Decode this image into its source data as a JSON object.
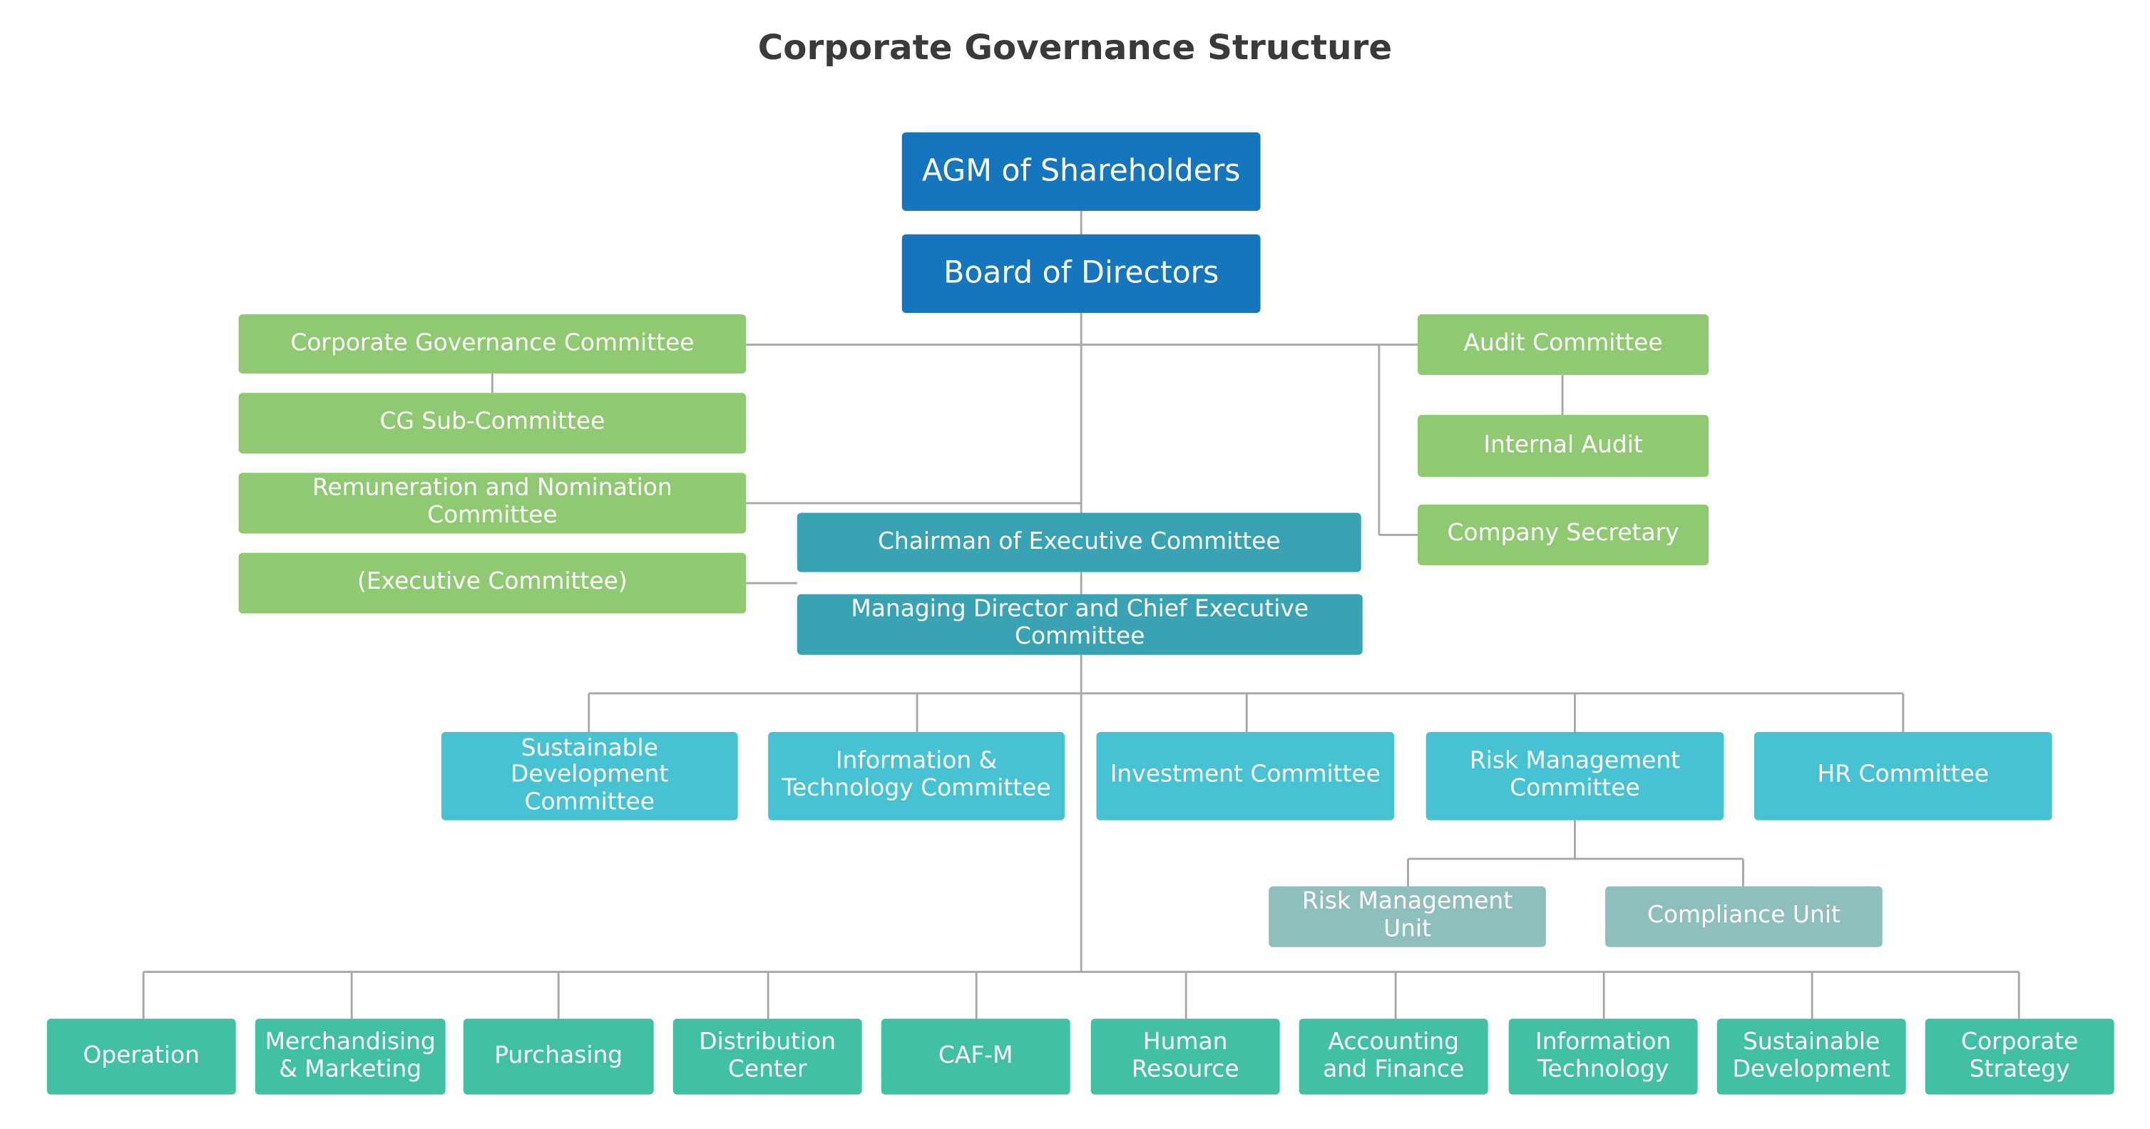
{
  "title": "Corporate Governance Structure",
  "top": {
    "agm": "AGM of Shareholders",
    "board": "Board of Directors"
  },
  "left_committees": {
    "corporate_governance": "Corporate Governance Committee",
    "cg_sub": "CG Sub-Committee",
    "remuneration": "Remuneration and Nomination Committee",
    "executive": "(Executive Committee)"
  },
  "right_committees": {
    "audit": "Audit Committee",
    "internal_audit": "Internal Audit",
    "company_secretary": "Company Secretary"
  },
  "executive": {
    "chairman": "Chairman of Executive Committee",
    "md_ceo": "Managing Director and Chief Executive Committee"
  },
  "management_committees": [
    "Sustainable Development Committee",
    "Information & Technology Committee",
    "Investment Committee",
    "Risk Management Committee",
    "HR Committee"
  ],
  "risk_units": [
    "Risk Management Unit",
    "Compliance Unit"
  ],
  "departments": [
    "Operation",
    "Merchandising & Marketing",
    "Purchasing",
    "Distribution Center",
    "CAF-M",
    "Human Resource",
    "Accounting and Finance",
    "Information Technology",
    "Sustainable Development",
    "Corporate Strategy"
  ],
  "colors": {
    "top_level": "#1575bd",
    "board_committees": "#8fca72",
    "executive": "#3aa3b3",
    "management_committees": "#47c2d2",
    "risk_units": "#8fbfbd",
    "departments": "#42c0a4",
    "connector": "#a8a8a8"
  }
}
